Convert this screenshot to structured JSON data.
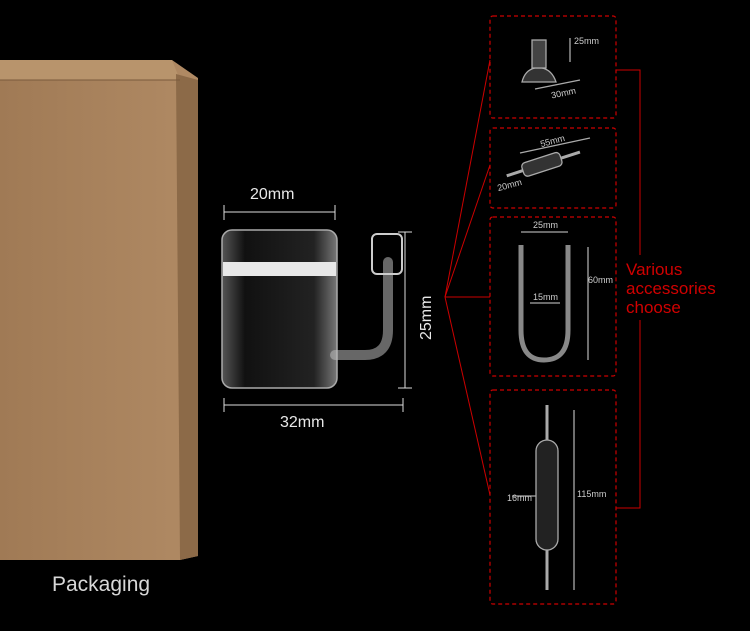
{
  "packaging_label": "Packaging",
  "main_product": {
    "width_top": "20mm",
    "width_bottom": "32mm",
    "height": "25mm"
  },
  "accessories_heading": [
    "Various",
    "accessories",
    "choose"
  ],
  "accessories": [
    {
      "name": "suction-cup",
      "dims": [
        "25mm",
        "30mm"
      ]
    },
    {
      "name": "check-valve",
      "dims": [
        "55mm",
        "20mm"
      ]
    },
    {
      "name": "u-tube",
      "dims": [
        "25mm",
        "60mm",
        "15mm"
      ]
    },
    {
      "name": "bubble-counter",
      "dims": [
        "16mm",
        "115mm"
      ]
    }
  ],
  "colors": {
    "accent": "#cc0000",
    "box": "#a5825e"
  }
}
